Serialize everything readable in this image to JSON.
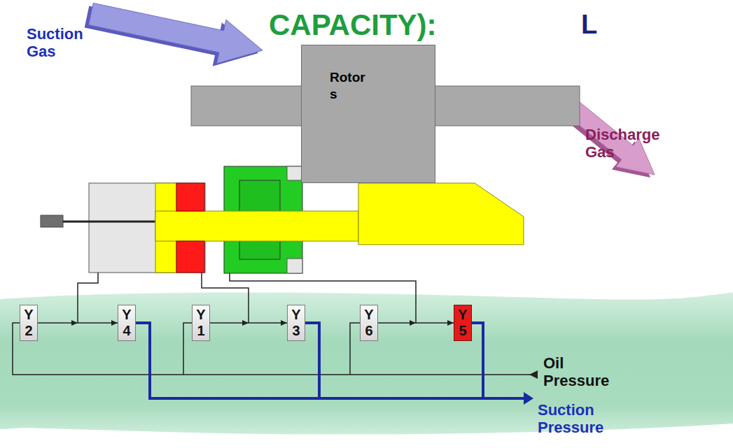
{
  "diagram": {
    "title": "CAPACITY):",
    "nodes": [
      {
        "text": [
          "Rotor s"
        ]
      },
      {
        "text": [
          "Y 2"
        ]
      },
      {
        "text": [
          "Y 4"
        ]
      },
      {
        "text": [
          "Y 1"
        ]
      },
      {
        "text": [
          "Y 3"
        ]
      },
      {
        "text": [
          "Y 6"
        ]
      },
      {
        "text": [
          "Y 5"
        ]
      }
    ],
    "edges": [
      {
        "from": 1,
        "to": 2,
        "arrow": "to"
      },
      {
        "from": 3,
        "to": 4,
        "arrow": "to"
      },
      {
        "from": 5,
        "to": 6,
        "arrow": "to"
      }
    ],
    "labels": [
      "L",
      "Suction Gas",
      "Discharge Gas",
      "Oil Pressure",
      "Suction Pressure"
    ]
  }
}
